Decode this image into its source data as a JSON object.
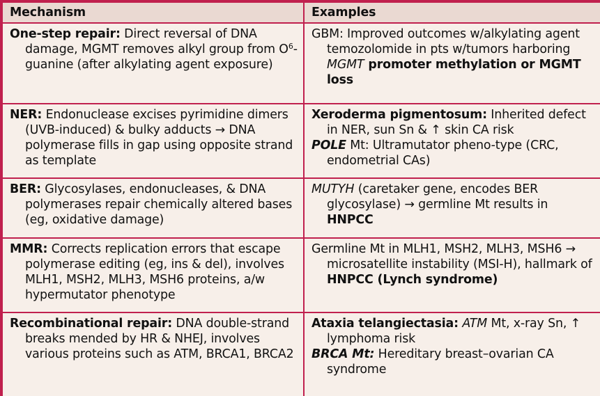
{
  "headers": {
    "mechanism": "Mechanism",
    "examples": "Examples"
  },
  "rows": [
    {
      "mechanism": {
        "term": "One-step repair:",
        "text_a": " Direct reversal of DNA damage, MGMT removes alkyl group from O",
        "sup": "6",
        "text_b": "-guanine (after alkylating agent exposure)"
      },
      "examples": [
        {
          "pre": "GBM: Improved outcomes w/alkylating agent temozolomide in pts w/tumors harboring ",
          "italic": "MGMT",
          "bold_a": " promoter methylation",
          "mid": " or ",
          "bold_b": "MGMT loss"
        }
      ]
    },
    {
      "mechanism": {
        "term": "NER:",
        "text": " Endonuclease excises pyrimidine dimers (UVB-induced) & bulky adducts → DNA polymerase fills in gap using opposite strand as template"
      },
      "examples": [
        {
          "term": "Xeroderma pigmentosum:",
          "text": " Inherited defect in NER, sun Sn & ↑ skin CA risk"
        },
        {
          "term": "POLE",
          "text": " Mt: Ultramutator pheno-type (CRC, endometrial CAs)"
        }
      ]
    },
    {
      "mechanism": {
        "term": "BER:",
        "text": " Glycosylases, endonucleases, & DNA polymerases repair chemically altered bases (eg, oxidative damage)"
      },
      "examples": [
        {
          "term": "MUTYH",
          "text": " (caretaker gene, encodes BER glycosylase) → germline Mt results in ",
          "bold": "HNPCC"
        }
      ]
    },
    {
      "mechanism": {
        "term": "MMR:",
        "text": " Corrects replication errors that escape polymerase editing (eg, ins & del), involves MLH1, MSH2, MLH3, MSH6 proteins, a/w hypermutator phenotype"
      },
      "examples": [
        {
          "text": "Germline Mt in MLH1, MSH2, MLH3, MSH6 → microsatellite instability (MSI-H), hallmark of ",
          "bold": "HNPCC (Lynch syndrome)"
        }
      ]
    },
    {
      "mechanism": {
        "term": "Recombinational repair:",
        "text": " DNA double-strand breaks mended by HR & NHEJ, involves various proteins such as ATM, BRCA1, BRCA2"
      },
      "examples": [
        {
          "term": "Ataxia telangiectasia:",
          "italic": " ATM",
          "text": " Mt, x-ray Sn, ↑ lymphoma risk"
        },
        {
          "term": "BRCA Mt:",
          "text": " Hereditary breast–ovarian CA syndrome"
        }
      ]
    }
  ],
  "colors": {
    "border": "#c0204e",
    "header_bg": "#ead9d2",
    "cell_bg": "#f7efe9"
  }
}
